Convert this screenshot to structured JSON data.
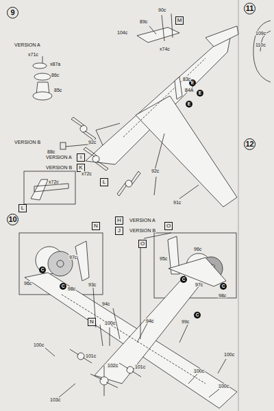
{
  "diagram": {
    "nodes": [
      {
        "text": [
          "9"
        ]
      },
      {
        "text": [
          "M"
        ]
      },
      {
        "text": [
          "E"
        ]
      },
      {
        "text": [
          "E"
        ]
      },
      {
        "text": [
          "E"
        ]
      },
      {
        "text": [
          "I"
        ]
      },
      {
        "text": [
          "K"
        ]
      },
      {
        "text": [
          "L"
        ]
      },
      {
        "text": [
          "L"
        ]
      },
      {
        "text": [
          "H"
        ]
      },
      {
        "text": [
          "J"
        ]
      },
      {
        "text": [
          "11"
        ]
      },
      {
        "text": [
          "12"
        ]
      },
      {
        "text": [
          "10"
        ]
      },
      {
        "text": [
          "N"
        ]
      },
      {
        "text": [
          "O"
        ]
      },
      {
        "text": [
          "C"
        ]
      },
      {
        "text": [
          "C"
        ]
      },
      {
        "text": [
          "C"
        ]
      },
      {
        "text": [
          "C"
        ]
      },
      {
        "text": [
          "N"
        ]
      },
      {
        "text": [
          "O"
        ]
      },
      {
        "text": [
          "C"
        ]
      }
    ],
    "labels": [
      "90c",
      "89c",
      "104c",
      "x74c",
      "VERSION A",
      "x71c",
      "x87a",
      "86c",
      "85c",
      "VERSION B",
      "88c",
      "92c",
      "83c",
      "84A",
      "92c",
      "VERSION A",
      "VERSION B",
      "x72c",
      "x72c",
      "91c",
      "VERSION A",
      "VERSION B",
      "109c",
      "110c",
      "96c",
      "97c",
      "98c",
      "93c",
      "95c",
      "96c",
      "97c",
      "98c",
      "94c",
      "100c",
      "94c",
      "99c",
      "100c",
      "100c",
      "101c",
      "102c",
      "101c",
      "100c",
      "100c",
      "103c"
    ]
  }
}
